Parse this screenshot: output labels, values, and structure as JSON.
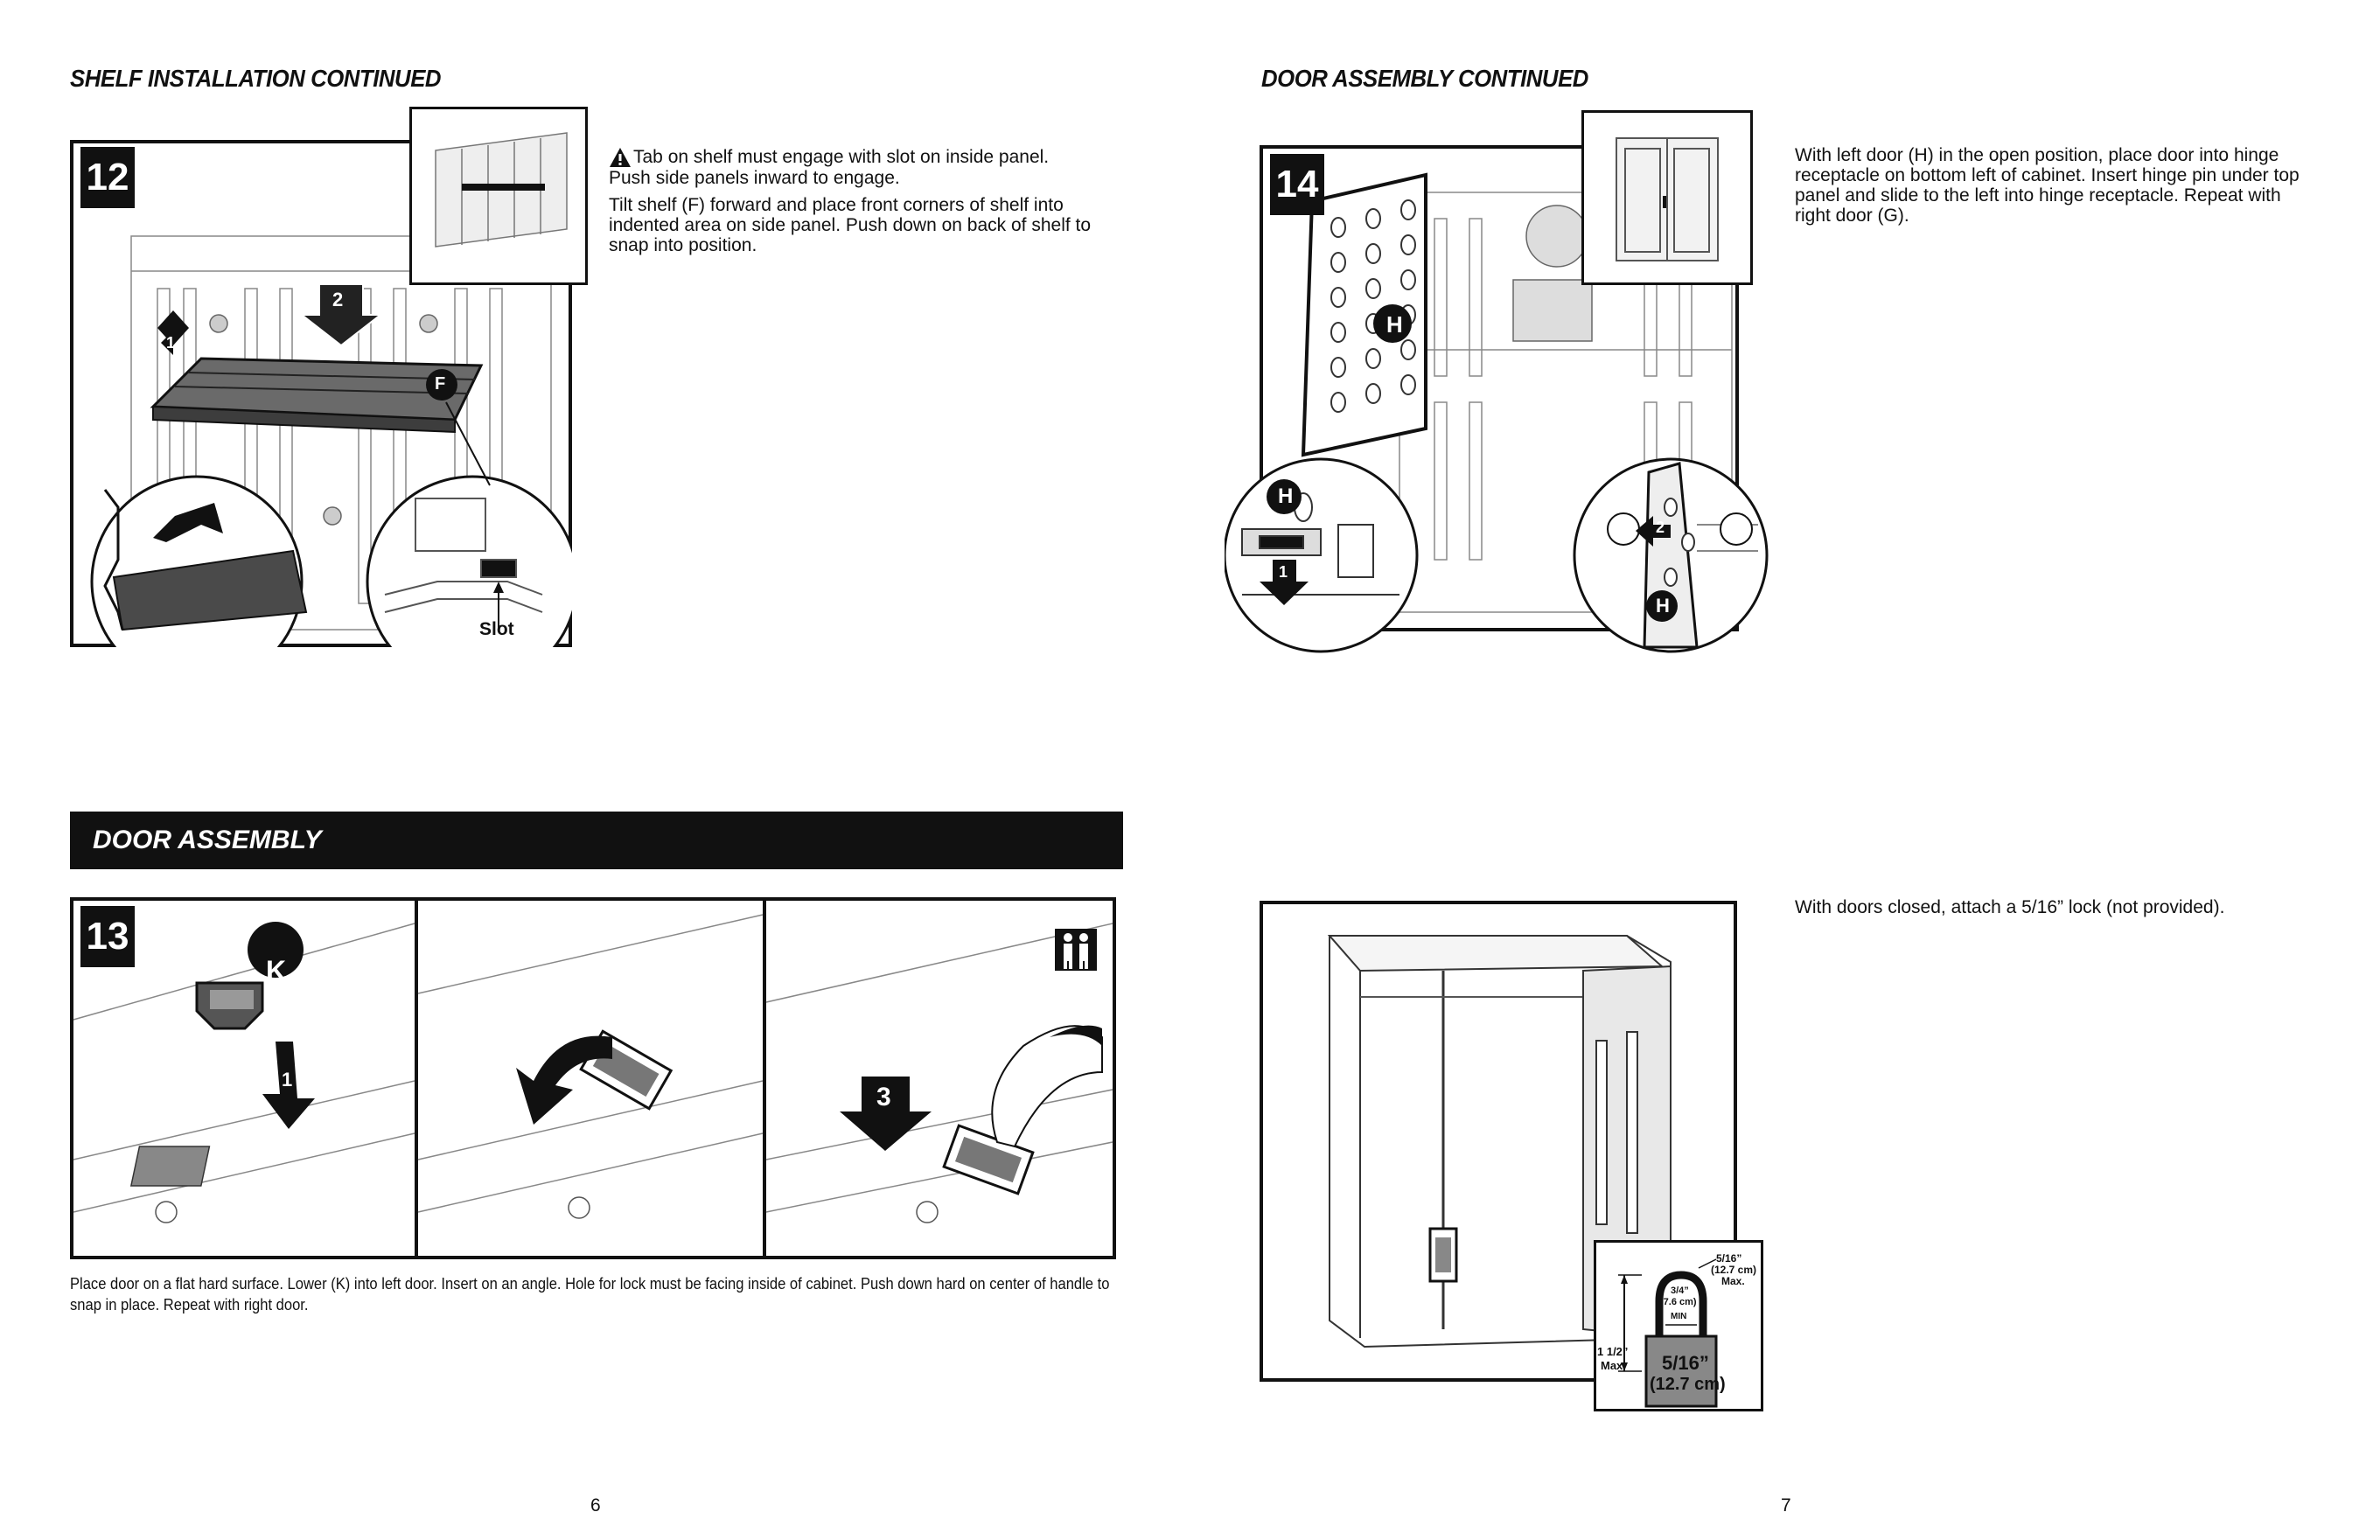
{
  "left_page": {
    "shelf_heading": "SHELF INSTALLATION CONTINUED",
    "step12": {
      "number": "12",
      "line1": "Tab on shelf must engage with slot on inside panel.",
      "line2": "Push side panels inward to engage.",
      "para2": "Tilt shelf (F) forward and place front corners of shelf into indented area on side panel. Push down on back of shelf to snap into position.",
      "callouts": {
        "arrow1": "1",
        "arrow2": "2",
        "part": "F",
        "slot_label": "Slot"
      }
    },
    "door_assembly_bar": "DOOR ASSEMBLY",
    "step13": {
      "number": "13",
      "callouts": {
        "part": "K",
        "arrow1": "1",
        "arrow3": "3"
      },
      "caption": "Place door on a flat hard surface. Lower (K) into left door. Insert on an angle. Hole for lock must be facing inside of cabinet. Push down hard on center of handle to snap in place. Repeat with right door."
    },
    "page_number": "6"
  },
  "right_page": {
    "door_heading": "DOOR ASSEMBLY CONTINUED",
    "step14": {
      "number": "14",
      "text": "With left door (H) in the open position, place door into hinge receptacle on bottom left of cabinet. Insert hinge pin under top panel and slide to the left into hinge receptacle. Repeat with right door (G).",
      "callouts": {
        "part": "H",
        "arrow1": "1",
        "arrow2": "2"
      }
    },
    "lock": {
      "text": "With doors closed, attach a 5/16” lock (not provided).",
      "dim_shackle": "5/16”",
      "dim_shackle_metric": "(12.7 cm)",
      "dim_max": "Max.",
      "dim_width": "3/4”",
      "dim_width_metric": "(7.6 cm)",
      "dim_min": "MIN",
      "dim_height": "1 1/2”",
      "dim_height_max": "Max.",
      "lock_size": "5/16”",
      "lock_size_metric": "(12.7 cm)"
    },
    "page_number": "7"
  }
}
